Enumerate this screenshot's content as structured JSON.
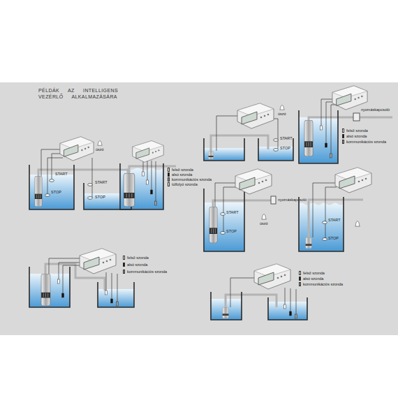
{
  "diagram": {
    "title": "PÉLDÁK AZ INTELLIGENS VEZÉRLŐ ALKALMAZÁSÁRA",
    "labels": [
      "START",
      "STOP",
      "úszó",
      "START",
      "STOP",
      "START",
      "STOP",
      "úszó",
      "nyomáskapcsoló",
      "nyomáskapcsoló",
      "START",
      "STOP",
      "úszó",
      "START",
      "STOP"
    ],
    "legend": [
      {
        "text": "felső szonda",
        "color": "#ffffff"
      },
      {
        "text": "alsó szonda",
        "color": "#111111"
      },
      {
        "text": "kommunikációs szonda",
        "color": "#9a9a9a"
      },
      {
        "text": "túlfolyó szonda",
        "color": "#ffffff"
      },
      {
        "text": "felső szonda",
        "color": "#ffffff"
      },
      {
        "text": "alsó szonda",
        "color": "#111111"
      },
      {
        "text": "kommunikációs szonda",
        "color": "#9a9a9a"
      },
      {
        "text": "felső szonda",
        "color": "#ffffff"
      },
      {
        "text": "alsó szonda",
        "color": "#111111"
      },
      {
        "text": "kommunikációs szonda",
        "color": "#9a9a9a"
      },
      {
        "text": "felső szonda",
        "color": "#ffffff"
      },
      {
        "text": "alsó szonda",
        "color": "#111111"
      },
      {
        "text": "kommunikációs szonda",
        "color": "#9a9a9a"
      }
    ]
  }
}
